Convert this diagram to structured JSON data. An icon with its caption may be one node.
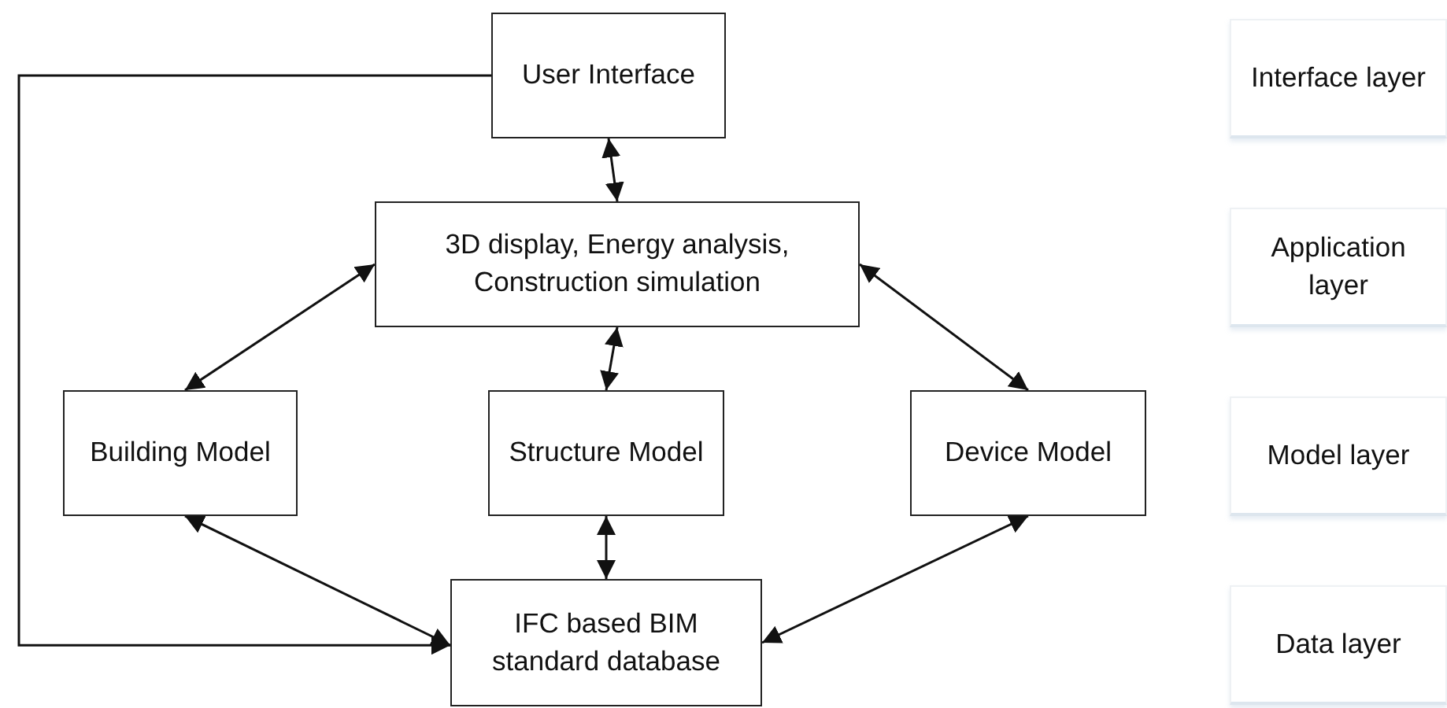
{
  "diagram": {
    "nodes": [
      {
        "text": [
          "User Interface"
        ]
      },
      {
        "text": [
          "Interface layer"
        ]
      },
      {
        "text": [
          "3D display, Energy analysis, Construction simulation"
        ]
      },
      {
        "text": [
          "Application layer"
        ]
      },
      {
        "text": [
          "Building Model"
        ]
      },
      {
        "text": [
          "Structure Model"
        ]
      },
      {
        "text": [
          "Device Model"
        ]
      },
      {
        "text": [
          "Model layer"
        ]
      },
      {
        "text": [
          "IFC based BIM standard database"
        ]
      },
      {
        "text": [
          "Data layer"
        ]
      }
    ],
    "edges": [
      {
        "from": 0,
        "to": 2,
        "arrow": "both"
      },
      {
        "from": 2,
        "to": 4,
        "arrow": "both"
      },
      {
        "from": 2,
        "to": 5,
        "arrow": "both"
      },
      {
        "from": 2,
        "to": 6,
        "arrow": "both"
      },
      {
        "from": 4,
        "to": 8,
        "arrow": "both"
      },
      {
        "from": 5,
        "to": 8,
        "arrow": "both"
      },
      {
        "from": 6,
        "to": 8,
        "arrow": "both"
      },
      {
        "from": 0,
        "to": 8,
        "arrow": "to"
      }
    ]
  }
}
